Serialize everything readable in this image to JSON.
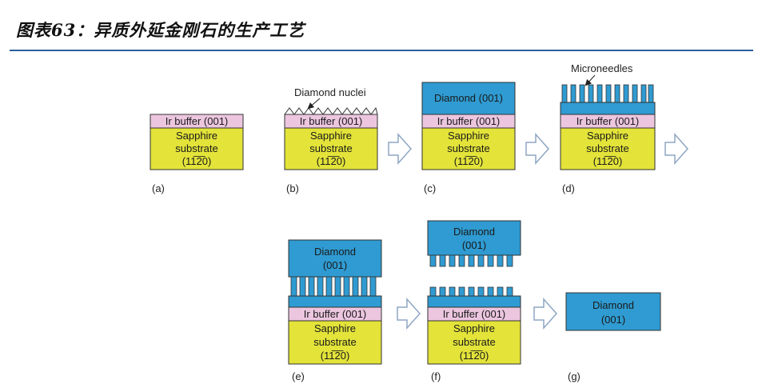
{
  "title": "图表63：异质外延金刚石的生产工艺",
  "colors": {
    "sapphire": "#e3e33a",
    "ir_buffer": "#ecc6df",
    "diamond": "#2f9bd2",
    "rule": "#2c5f9e",
    "arrow_stroke": "#8fa6c4"
  },
  "layers": {
    "ir_buffer": "Ir buffer (001)",
    "ir_buffer_spaced": "Ir  buffer (001)",
    "sapphire_line1": "Sapphire",
    "sapphire_line2": "substrate",
    "sapphire_line3": "(11̅2̅0)"
  },
  "annotations": {
    "nuclei": "Diamond nuclei",
    "microneedles": "Microneedles"
  },
  "diamond": {
    "full": "Diamond (001)",
    "line1": "Diamond",
    "line2": "(001)"
  },
  "steps": [
    "(a)",
    "(b)",
    "(c)",
    "(d)",
    "(e)",
    "(f)",
    "(g)"
  ]
}
